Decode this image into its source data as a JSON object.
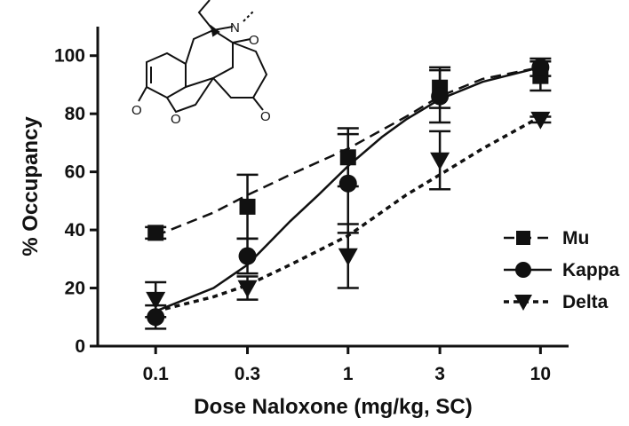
{
  "chart_data": {
    "type": "scatter",
    "title": "",
    "xlabel": "Dose Naloxone (mg/kg, SC)",
    "ylabel": "% Occupancy",
    "x_scale": "log",
    "xlim": [
      0.05,
      14
    ],
    "ylim": [
      0,
      110
    ],
    "x_ticks": [
      0.1,
      0.3,
      1,
      3,
      10
    ],
    "x_tick_labels": [
      "0.1",
      "0.3",
      "1",
      "3",
      "10"
    ],
    "y_ticks": [
      0,
      20,
      40,
      60,
      80,
      100
    ],
    "y_tick_labels": [
      "0",
      "20",
      "40",
      "60",
      "80",
      "100"
    ],
    "grid": false,
    "legend_position": "right",
    "series": [
      {
        "name": "Mu",
        "marker": "square",
        "line_style": "long-dash",
        "x": [
          0.1,
          0.3,
          1,
          3,
          10
        ],
        "y": [
          39,
          48,
          65,
          89,
          93
        ],
        "error": [
          2,
          11,
          10,
          7,
          5
        ],
        "fit": [
          [
            0.1,
            38
          ],
          [
            0.2,
            46
          ],
          [
            0.3,
            52
          ],
          [
            0.5,
            59
          ],
          [
            1,
            68
          ],
          [
            2,
            79
          ],
          [
            3,
            86
          ],
          [
            5,
            92
          ],
          [
            10,
            96
          ]
        ]
      },
      {
        "name": "Kappa",
        "marker": "circle",
        "line_style": "solid",
        "x": [
          0.1,
          0.3,
          1,
          3,
          10
        ],
        "y": [
          10,
          31,
          56,
          86,
          96
        ],
        "error": [
          4,
          6,
          17,
          9,
          3
        ],
        "fit": [
          [
            0.1,
            12
          ],
          [
            0.2,
            20
          ],
          [
            0.3,
            28
          ],
          [
            0.5,
            43
          ],
          [
            0.7,
            52
          ],
          [
            1,
            62
          ],
          [
            1.5,
            72
          ],
          [
            2,
            78
          ],
          [
            3,
            85
          ],
          [
            5,
            91
          ],
          [
            10,
            96
          ]
        ]
      },
      {
        "name": "Delta",
        "marker": "triangle-down",
        "line_style": "short-dash",
        "x": [
          0.1,
          0.3,
          1,
          3,
          10
        ],
        "y": [
          16,
          20,
          31,
          64,
          78
        ],
        "error": [
          6,
          4,
          11,
          10,
          1
        ],
        "fit": [
          [
            0.1,
            12
          ],
          [
            0.2,
            17
          ],
          [
            0.3,
            21
          ],
          [
            0.5,
            28
          ],
          [
            1,
            38
          ],
          [
            2,
            52
          ],
          [
            3,
            59
          ],
          [
            5,
            68
          ],
          [
            10,
            79
          ]
        ]
      }
    ],
    "structure_labels": [
      "N",
      "O",
      "O",
      "O",
      "O"
    ]
  }
}
